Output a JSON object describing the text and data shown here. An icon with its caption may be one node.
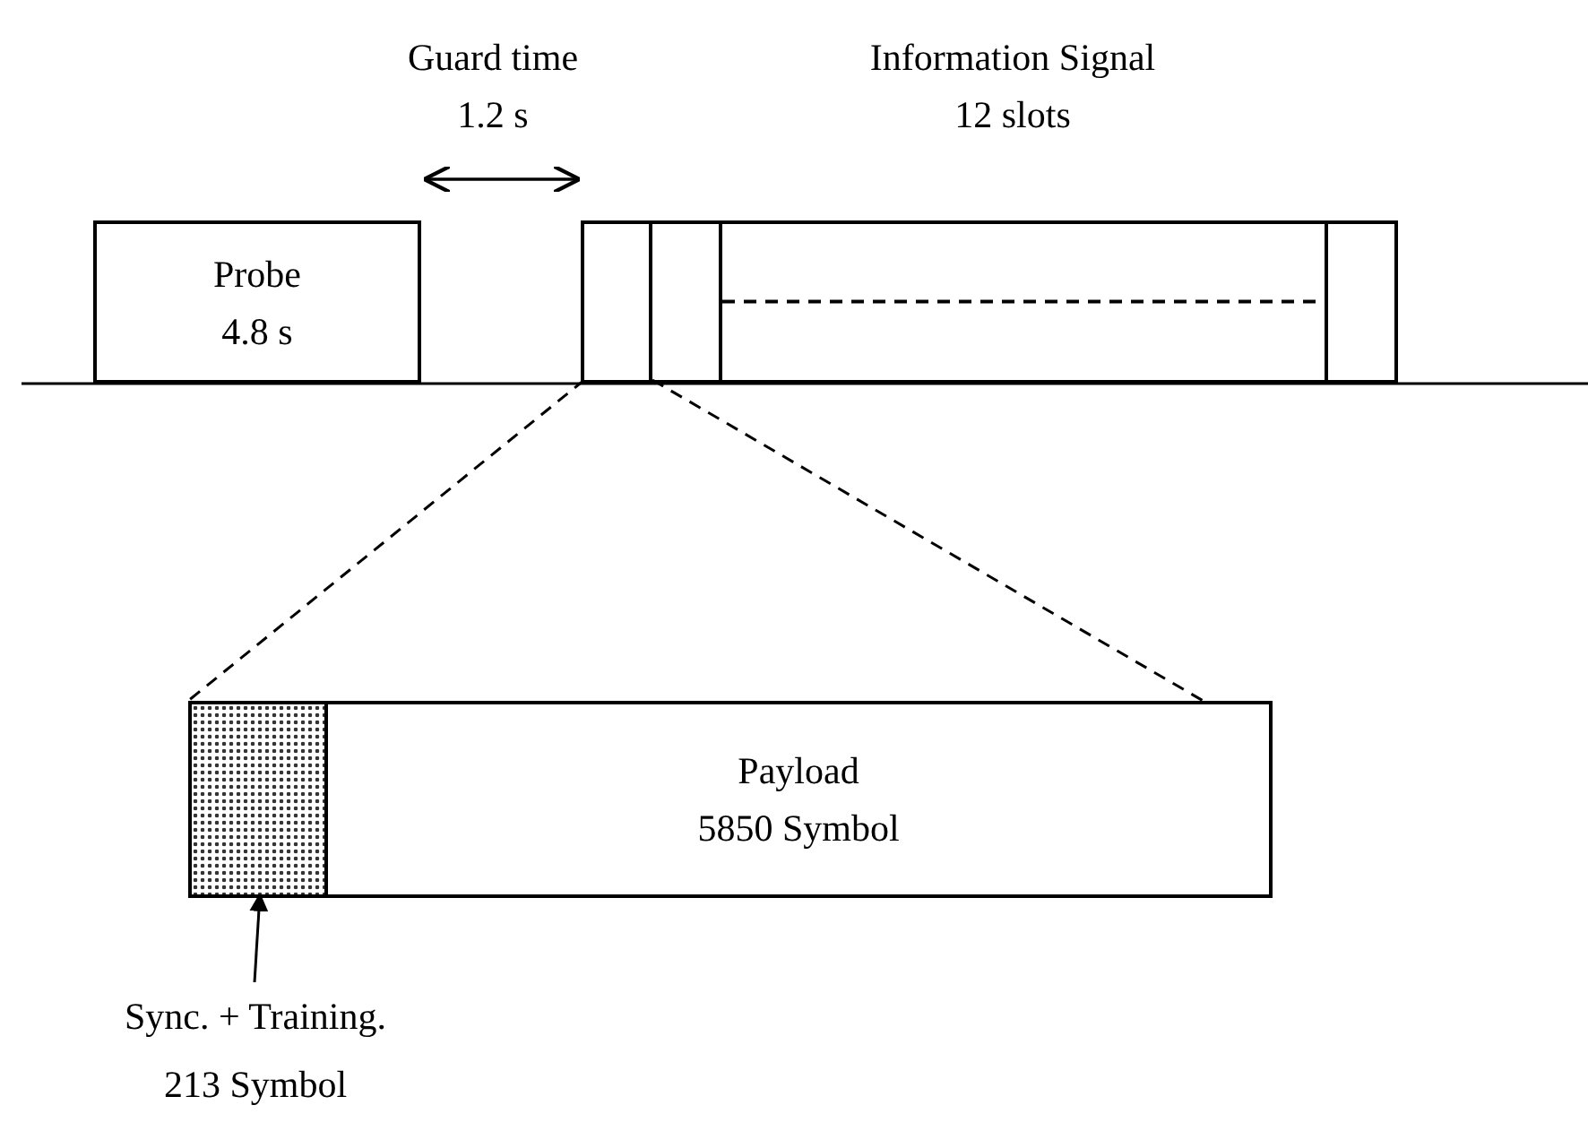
{
  "diagram": {
    "nodes": [
      {
        "text": [
          "Probe",
          "4.8 s"
        ]
      },
      {
        "text": [],
        "shape": "box"
      },
      {
        "text": [],
        "shape": "box",
        "in": 1
      },
      {
        "text": [],
        "shape": "box",
        "in": 1
      },
      {
        "text": [],
        "shape": "box",
        "in": 1
      },
      {
        "text": [],
        "shape": "box"
      },
      {
        "text": [],
        "shape": "box",
        "in": 5
      },
      {
        "text": [
          "Payload",
          "5850 Symbol"
        ],
        "in": 5
      },
      {
        "text": [
          "Sync. + Training. 213 Symbol"
        ]
      }
    ],
    "edges": [
      {
        "from": 2,
        "to": 5,
        "arrow": "none",
        "style": "dashed"
      },
      {
        "from": 2,
        "to": 5,
        "arrow": "none",
        "style": "dashed"
      },
      {
        "from": 8,
        "to": 6,
        "arrow": "to"
      },
      {
        "from": 3,
        "to": 4,
        "arrow": "none",
        "style": "dashed"
      }
    ],
    "labels": [
      "Guard time",
      "1.2 s",
      "Information Signal",
      "12 slots"
    ]
  }
}
